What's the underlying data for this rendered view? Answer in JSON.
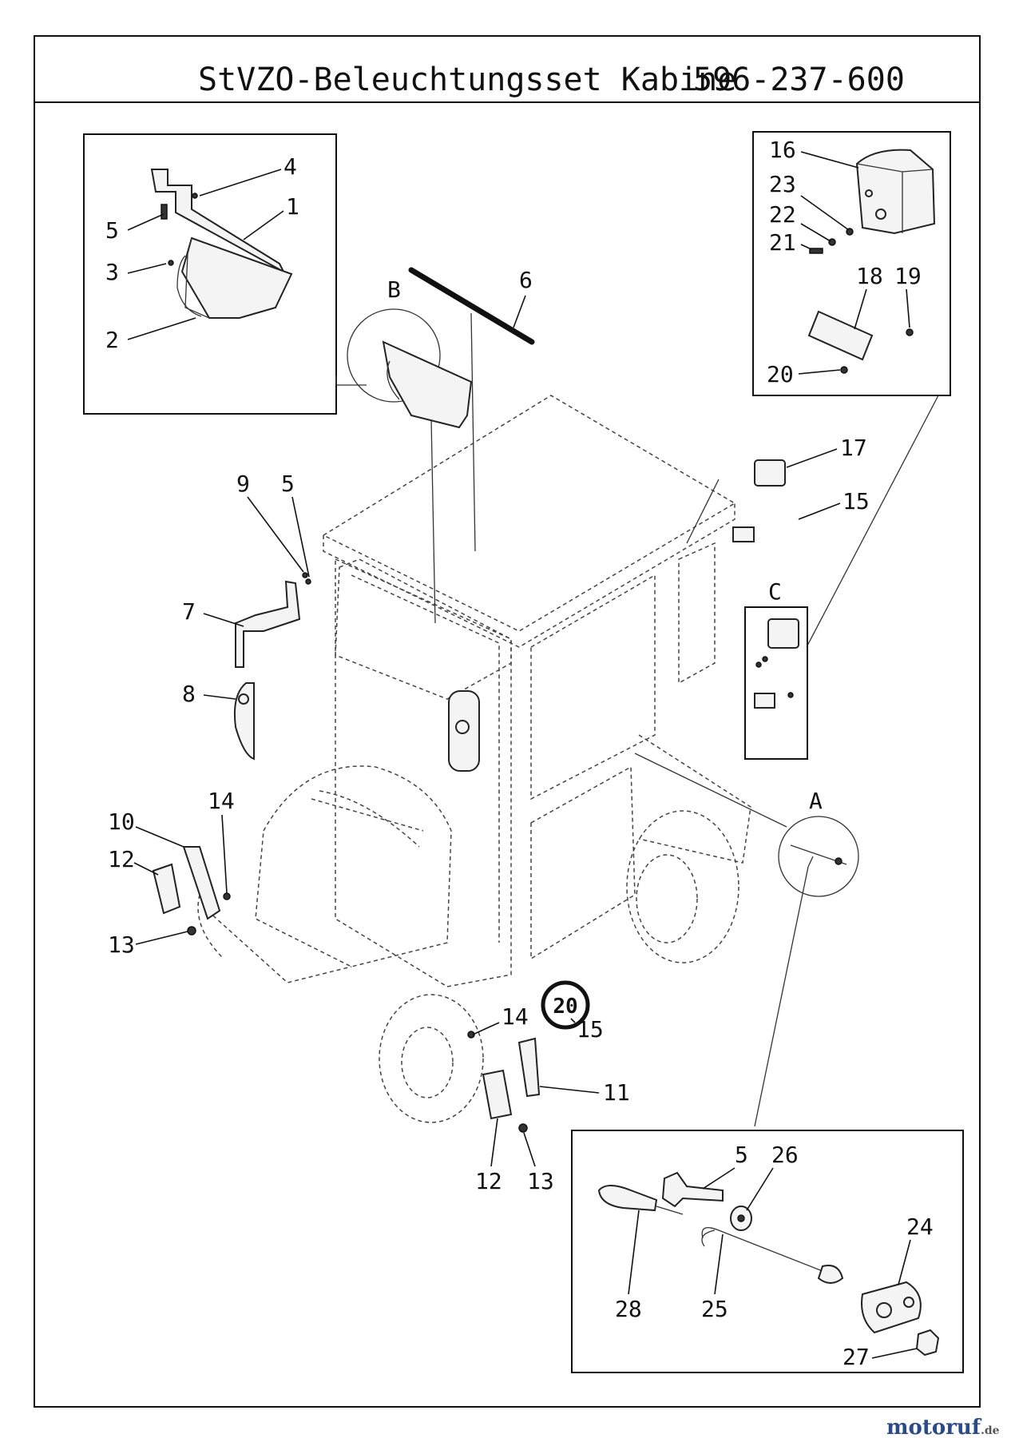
{
  "title": "StVZO-Beleuchtungsset Kabine",
  "part_number": "596-237-600",
  "detail_letters": [
    "A",
    "B",
    "C"
  ],
  "callouts": [
    "1",
    "2",
    "3",
    "4",
    "5",
    "6",
    "7",
    "8",
    "9",
    "10",
    "11",
    "12",
    "13",
    "14",
    "15",
    "16",
    "17",
    "18",
    "19",
    "20",
    "21",
    "22",
    "23",
    "24",
    "25",
    "26",
    "27",
    "28"
  ],
  "speed_sign": "20",
  "watermark": {
    "brand": "motoruf",
    "suffix": ".de"
  }
}
